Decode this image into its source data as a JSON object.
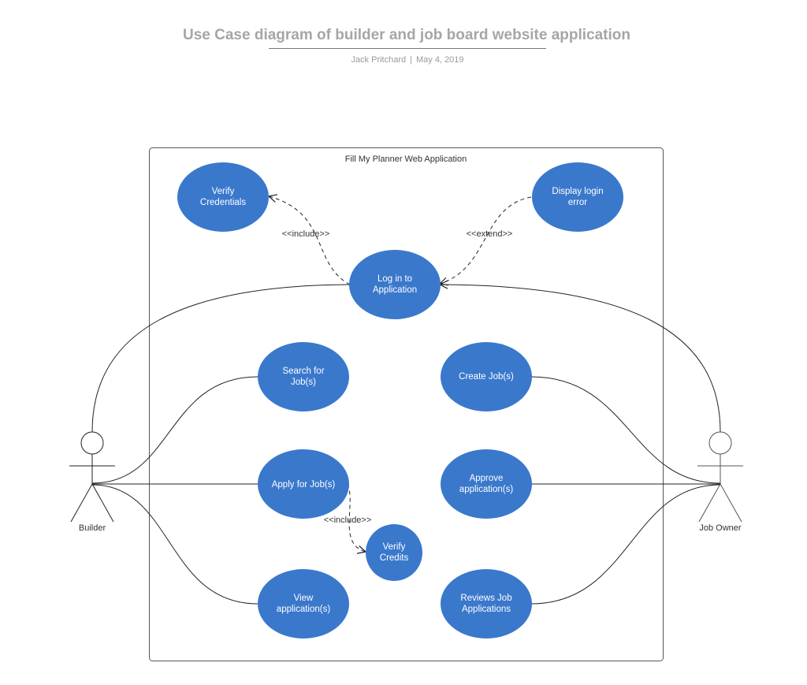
{
  "header": {
    "title": "Use Case diagram of builder and job board website application",
    "author": "Jack Pritchard",
    "separator": "|",
    "date": "May 4, 2019"
  },
  "colors": {
    "usecase_fill": "#3a78cc",
    "line": "#222222",
    "boundary": "#555555"
  },
  "system": {
    "name": "Fill My Planner Web Application"
  },
  "actors": {
    "builder": "Builder",
    "job_owner": "Job Owner"
  },
  "usecases": {
    "verify_credentials": [
      "Verify",
      "Credentials"
    ],
    "display_login_error": [
      "Display login",
      "error"
    ],
    "log_in": [
      "Log in to",
      "Application"
    ],
    "search_jobs": [
      "Search for",
      "Job(s)"
    ],
    "create_jobs": [
      "Create Job(s)"
    ],
    "apply_jobs": [
      "Apply for Job(s)"
    ],
    "approve_applications": [
      "Approve",
      "application(s)"
    ],
    "verify_credits": [
      "Verify",
      "Credits"
    ],
    "view_applications": [
      "View",
      "application(s)"
    ],
    "review_applications": [
      "Reviews Job",
      "Applications"
    ]
  },
  "relations": {
    "include_login": "<<include>>",
    "extend_login": "<<extend>>",
    "include_apply": "<<include>>"
  }
}
